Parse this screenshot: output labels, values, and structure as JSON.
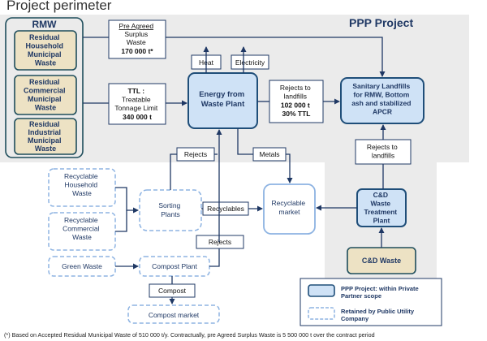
{
  "title": "Project perimeter",
  "ppp_label": "PPP Project",
  "rmw": {
    "title": "RMW",
    "items": [
      [
        "Residual",
        "Household",
        "Municipal",
        "Waste"
      ],
      [
        "Residual",
        "Commercial",
        "Municipal",
        "Waste"
      ],
      [
        "Residual",
        "Industrial",
        "Municipal",
        "Waste"
      ]
    ]
  },
  "surplus_box": [
    "Pre Agreed",
    "Surplus",
    "Waste",
    "170 000 t*"
  ],
  "ttl_box": [
    "TTL :",
    "Treatable",
    "Tonnage Limit",
    "340 000 t"
  ],
  "heat": "Heat",
  "electricity": "Electricity",
  "energy_plant": [
    "Energy from",
    "Waste Plant"
  ],
  "rejects_landfills_box": [
    "Rejects to",
    "landfills",
    "102 000 t",
    "30% TTL"
  ],
  "sanitary": [
    "Sanitary Landfills",
    "for RMW, Bottom",
    "ash and stabilized",
    "APCR"
  ],
  "rejects_to_landfills": [
    "Rejects to",
    "landfills"
  ],
  "cd_plant": [
    "C&D",
    "Waste",
    "Treatment",
    "Plant"
  ],
  "cd_waste": "C&D Waste",
  "rejects": "Rejects",
  "metals": "Metals",
  "recyclables": "Recyclables",
  "recyclable_market": [
    "Recyclable",
    "market"
  ],
  "sorting_plants": [
    "Sorting",
    "Plants"
  ],
  "recyclable_household": [
    "Recyclable",
    "Household",
    "Waste"
  ],
  "recyclable_commercial": [
    "Recyclable",
    "Commercial",
    "Waste"
  ],
  "green_waste": "Green Waste",
  "compost_plant": "Compost Plant",
  "compost": "Compost",
  "compost_market": "Compost market",
  "legend": {
    "ppp": [
      "PPP Project: within Private",
      "Partner scope"
    ],
    "public": [
      "Retained by Public Utility",
      "Company"
    ]
  },
  "footnote": "(*) Based on Accepted Residual Municipal Waste of 510 000 t/y. Contractually, pre Agreed Surplus Waste is 5 500 000 t over the contract period",
  "colors": {
    "ppp_fill": "#cfe2f6",
    "ppp_stroke": "#1f4e79",
    "rmw_fill": "#ede2c4",
    "rmw_stroke": "#1e4d5b",
    "dashed": "#8db3e2",
    "text": "#1f3864",
    "gray": "#ebebeb"
  }
}
